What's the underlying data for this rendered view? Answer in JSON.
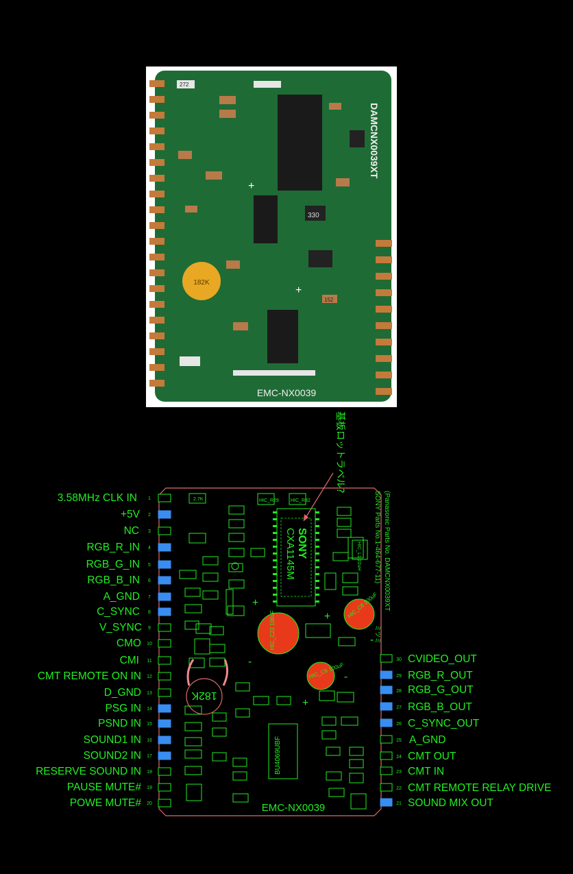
{
  "photo": {
    "model_label": "DAMCNX0039XT",
    "board_label": "EMC-NX0039",
    "capacitor_code": "182K",
    "chip_marks": [
      "330",
      "272",
      "152"
    ]
  },
  "diagram": {
    "rot_label_note": "基板ロットラベル?",
    "parts_info_line1": "(Panasonic Parts No. DAMCNX0039XT",
    "parts_info_line2": "SONY Parts No.1-464-677-11)",
    "ic_brand": "SONY",
    "ic_model": "CXA1145M",
    "ic2_model": "BU4069UBF",
    "board_name": "EMC-NX0039",
    "cap_value": "182K",
    "cap1_label": "HIC_C22 100uF",
    "cap2_label": "HIC_C6 100uF",
    "cap3_label": "HIC_C8 100uF",
    "inductor_label": "HIC_L1 22uH",
    "misc_label": "ミツミ"
  },
  "pins_left": [
    {
      "num": "1",
      "label": "3.58MHz CLK IN",
      "connected": false
    },
    {
      "num": "2",
      "label": "+5V",
      "connected": true
    },
    {
      "num": "3",
      "label": "NC",
      "connected": false
    },
    {
      "num": "4",
      "label": "RGB_R_IN",
      "connected": true
    },
    {
      "num": "5",
      "label": "RGB_G_IN",
      "connected": true
    },
    {
      "num": "6",
      "label": "RGB_B_IN",
      "connected": true
    },
    {
      "num": "7",
      "label": "A_GND",
      "connected": true
    },
    {
      "num": "8",
      "label": "C_SYNC",
      "connected": true
    },
    {
      "num": "9",
      "label": "V_SYNC",
      "connected": false
    },
    {
      "num": "10",
      "label": "CMO",
      "connected": false
    },
    {
      "num": "11",
      "label": "CMI",
      "connected": false
    },
    {
      "num": "12",
      "label": "CMT REMOTE ON IN",
      "connected": false
    },
    {
      "num": "13",
      "label": "D_GND",
      "connected": false
    },
    {
      "num": "14",
      "label": "PSG IN",
      "connected": true
    },
    {
      "num": "15",
      "label": "PSND IN",
      "connected": true
    },
    {
      "num": "16",
      "label": "SOUND1 IN",
      "connected": true
    },
    {
      "num": "17",
      "label": "SOUND2 IN",
      "connected": true
    },
    {
      "num": "18",
      "label": "RESERVE SOUND IN",
      "connected": false
    },
    {
      "num": "19",
      "label": "PAUSE MUTE#",
      "connected": false
    },
    {
      "num": "20",
      "label": "POWE MUTE#",
      "connected": false
    }
  ],
  "pins_right": [
    {
      "num": "30",
      "label": "CVIDEO_OUT",
      "connected": false
    },
    {
      "num": "29",
      "label": "RGB_R_OUT",
      "connected": true
    },
    {
      "num": "28",
      "label": "RGB_G_OUT",
      "connected": true
    },
    {
      "num": "27",
      "label": "RGB_B_OUT",
      "connected": true
    },
    {
      "num": "26",
      "label": "C_SYNC_OUT",
      "connected": true
    },
    {
      "num": "25",
      "label": "A_GND",
      "connected": false
    },
    {
      "num": "24",
      "label": "CMT OUT",
      "connected": false
    },
    {
      "num": "23",
      "label": "CMT IN",
      "connected": false
    },
    {
      "num": "22",
      "label": "CMT REMOTE RELAY DRIVE",
      "connected": false
    },
    {
      "num": "21",
      "label": "SOUND MIX OUT",
      "connected": true
    }
  ],
  "colors": {
    "text": "#22ee22",
    "pad_connected": "#3a8df0",
    "board_outline": "#e06b6b",
    "capacitor": "#e83a1a",
    "pcb": "#1f6b35"
  }
}
